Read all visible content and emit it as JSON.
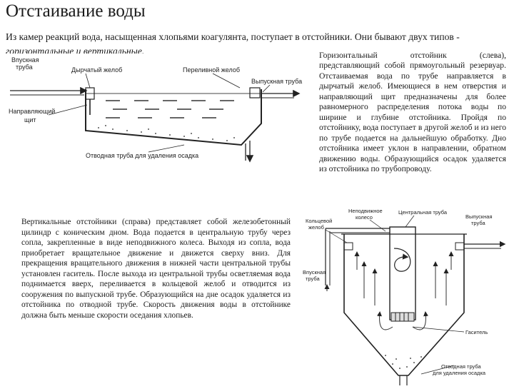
{
  "page": {
    "title": "Отстаивание воды",
    "intro_text": "Из камер реакций вода, насыщенная хлопьями коагулянта, поступает в отстойники. Они бывают двух типов - ",
    "intro_italic": "горизонтальные и вертикальные."
  },
  "right_column": {
    "text": "Горизонтальный отстойник (слева), представляющий собой прямоугольный резервуар. Отстаиваемая вода по трубе направляется в дырчатый желоб. Имеющиеся в нем отверстия и направляющий щит предназначены для более равномерного распределения потока воды по ширине и глубине отстойника. Пройдя по отстойнику, вода поступает в другой желоб и из него по трубе подается на дальнейшую обработку. Дно отстойника имеет уклон в направлении, обратном движению воды. Образующийся осадок удаляется из отстойника по трубопроводу."
  },
  "left_column": {
    "text": "Вертикальные отстойники (справа) представляет собой железобетонный цилиндр с коническим дном. Вода подается в центральную трубу через сопла, закрепленные в виде неподвижного колеса. Выходя из сопла, вода приобретает вращательное движение и движется сверху вниз. Для прекращения вращательного движения в нижней части центральной трубы установлен гаситель. После выхода из центральной трубы осветляемая вода поднимается вверх, переливается в кольцевой желоб и отводится из сооружения по выпускной трубе. Образующийся на дне осадок удаляется из отстойника по отводной трубе. Скорость движения воды в отстойнике должна быть меньше скорости оседания хлопьев."
  },
  "figure_horizontal": {
    "label_perforated_trough": "Дырчатый желоб",
    "label_overflow_trough": "Переливной желоб",
    "label_inlet_pipe_1": "Впускная",
    "label_inlet_pipe_2": "труба",
    "label_outlet_pipe": "Выпускная труба",
    "label_guide_shield_1": "Направляющий",
    "label_guide_shield_2": "щит",
    "label_drain_pipe": "Отводная труба для удаления осадка"
  },
  "figure_vertical": {
    "label_fixed_wheel_1": "Неподвижное",
    "label_fixed_wheel_2": "колесо",
    "label_central_pipe": "Центральная труба",
    "label_annular_trough_1": "Кольцевой",
    "label_annular_trough_2": "желоб",
    "label_outlet_pipe_1": "Выпускная",
    "label_outlet_pipe_2": "труба",
    "label_inlet_pipe_1": "Впускная",
    "label_inlet_pipe_2": "труба",
    "label_damper": "Гаситель",
    "label_drain_pipe_1": "Отводная труба",
    "label_drain_pipe_2": "для удаления осадка"
  }
}
